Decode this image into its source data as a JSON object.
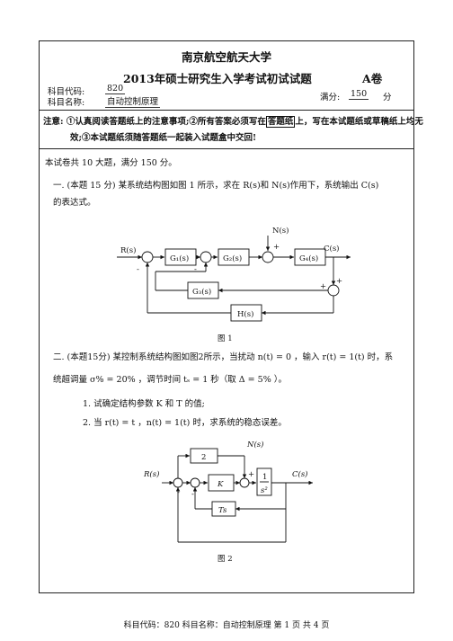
{
  "header": {
    "university": "南京航空航天大学",
    "exam_title": "2013年硕士研究生入学考试初试试题",
    "paper_version": "A卷",
    "subject_code_label": "科目代码:",
    "subject_code": "820",
    "subject_name_label": "科目名称:",
    "subject_name": "自动控制原理",
    "full_score_label": "满分:",
    "full_score": "150",
    "score_unit": "分"
  },
  "notice": {
    "label": "注意:",
    "line1_a": "①认真阅读答题纸上的注意事项;②所有答案必须写在",
    "line1_box": "答题纸",
    "line1_b": "上，写在本试题纸或草稿纸上均无",
    "line2": "效;③本试题纸须随答题纸一起装入试题盒中交回!"
  },
  "intro": "本试卷共 10 大题，满分 150 分。",
  "q1": {
    "line1": "一.  (本题 15 分)  某系统结构图如图 1 所示，求在 R(s)和 N(s)作用下，系统输出 C(s)",
    "line2": "的表达式。",
    "figure": {
      "r": "R(s)",
      "n": "N(s)",
      "c": "C(s)",
      "g1": "G₁(s)",
      "g2": "G₂(s)",
      "g3": "G₃(s)",
      "g4": "G₄(s)",
      "h": "H(s)",
      "minus": "-",
      "plus": "+"
    },
    "caption": "图 1"
  },
  "q2": {
    "line1": "二.  (本题15分)  某控制系统结构图如图2所示，当扰动 n(t) = 0 ，输入 r(t) = 1(t) 时，系",
    "line2": "统超调量 σ% = 20% ，调节时间 tₛ = 1 秒（取 Δ = 5% ）。",
    "sub1": "1.  试确定结构参数 K 和 T 的值;",
    "sub2": "2.  当 r(t) = t ，n(t) = 1(t) 时，求系统的稳态误差。",
    "figure": {
      "r": "R(s)",
      "n": "N(s)",
      "c": "C(s)",
      "gain2": "2",
      "k": "K",
      "ts": "Ts",
      "num": "1",
      "den": "s²",
      "minus": "-",
      "plus": "+"
    },
    "caption": "图 2"
  },
  "footer": "科目代码：820 科目名称：自动控制原理  第 1 页  共 4 页"
}
